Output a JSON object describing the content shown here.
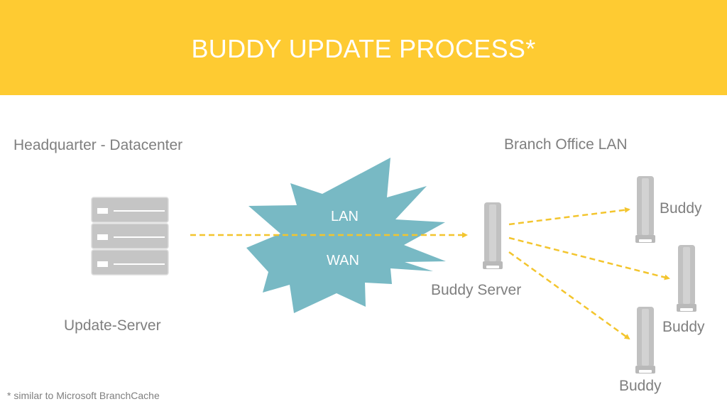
{
  "title": "BUDDY UPDATE PROCESS*",
  "labels": {
    "headquarter": "Headquarter - Datacenter",
    "branch_office": "Branch Office LAN",
    "update_server": "Update-Server",
    "network_lan": "LAN",
    "network_wan": "WAN",
    "buddy_server": "Buddy Server",
    "buddy_top": "Buddy",
    "buddy_middle": "Buddy",
    "buddy_bottom": "Buddy"
  },
  "footnote": "* similar to Microsoft BranchCache",
  "colors": {
    "header": "#fecb32",
    "title_text": "#ffffff",
    "cloud": "#78b9c4",
    "arrow": "#f3c52e",
    "device": "#c1c1c1",
    "label_text": "#7f7f7f"
  }
}
